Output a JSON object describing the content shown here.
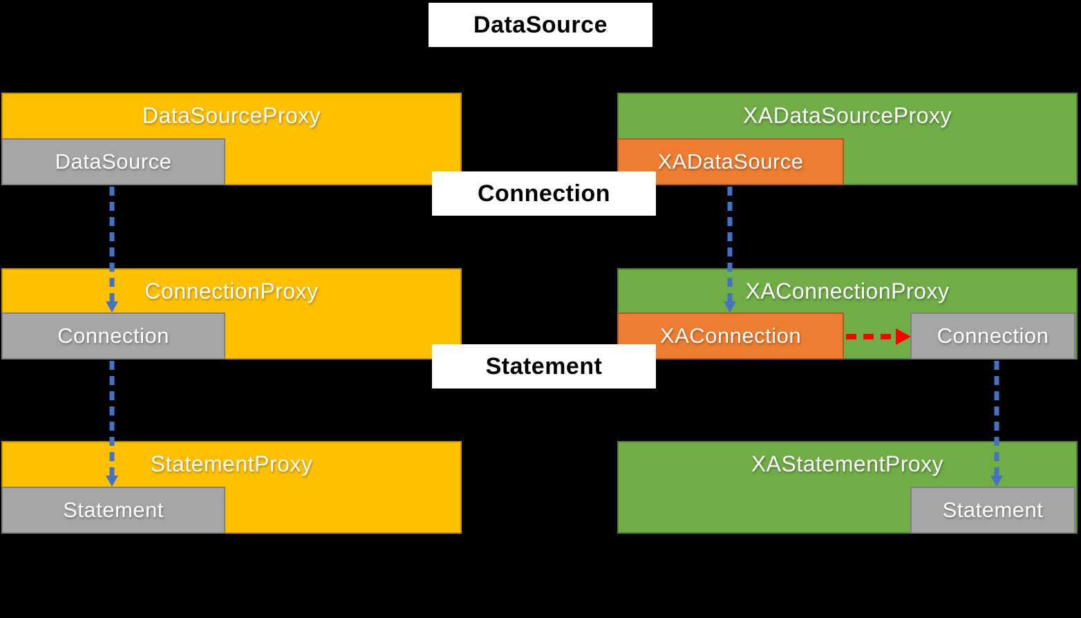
{
  "diagram": {
    "stage_labels": {
      "datasource": "DataSource",
      "connection": "Connection",
      "statement": "Statement"
    },
    "left_column": {
      "rows": [
        {
          "proxy": "DataSourceProxy",
          "wrapped": "DataSource"
        },
        {
          "proxy": "ConnectionProxy",
          "wrapped": "Connection"
        },
        {
          "proxy": "StatementProxy",
          "wrapped": "Statement"
        }
      ]
    },
    "right_column": {
      "rows": [
        {
          "proxy": "XADataSourceProxy",
          "wrapped": "XADataSource"
        },
        {
          "proxy": "XAConnectionProxy",
          "wrapped": "XAConnection",
          "extra": "Connection"
        },
        {
          "proxy": "XAStatementProxy",
          "wrapped": "Statement"
        }
      ]
    },
    "connectors": [
      {
        "type": "dashed-down",
        "color": "#4472C4",
        "from_box": "DataSource",
        "to_box": "Connection",
        "column": "left"
      },
      {
        "type": "dashed-down",
        "color": "#4472C4",
        "from_box": "Connection",
        "to_box": "Statement",
        "column": "left"
      },
      {
        "type": "dashed-down",
        "color": "#4472C4",
        "from_box": "XADataSource",
        "to_box": "XAConnection",
        "column": "right"
      },
      {
        "type": "dashed-down",
        "color": "#4472C4",
        "from_box": "Connection",
        "to_box": "Statement",
        "column": "right"
      },
      {
        "type": "dashed-right",
        "color": "#FF0000",
        "from_box": "XAConnection",
        "to_box": "Connection",
        "column": "right"
      }
    ],
    "colors": {
      "background": "#000000",
      "proxy_left_fill": "#FFC000",
      "proxy_left_border": "#BF9000",
      "proxy_right_fill": "#70AD47",
      "proxy_right_border": "#507E32",
      "xa_fill": "#ED7D31",
      "xa_border": "#AE5A21",
      "wrapped_fill": "#A6A6A6",
      "wrapped_border": "#7F7F7F",
      "label_bg": "#FFFFFF",
      "label_text": "#000000",
      "flow_arrow": "#4472C4",
      "delegate_arrow": "#FF0000"
    }
  }
}
